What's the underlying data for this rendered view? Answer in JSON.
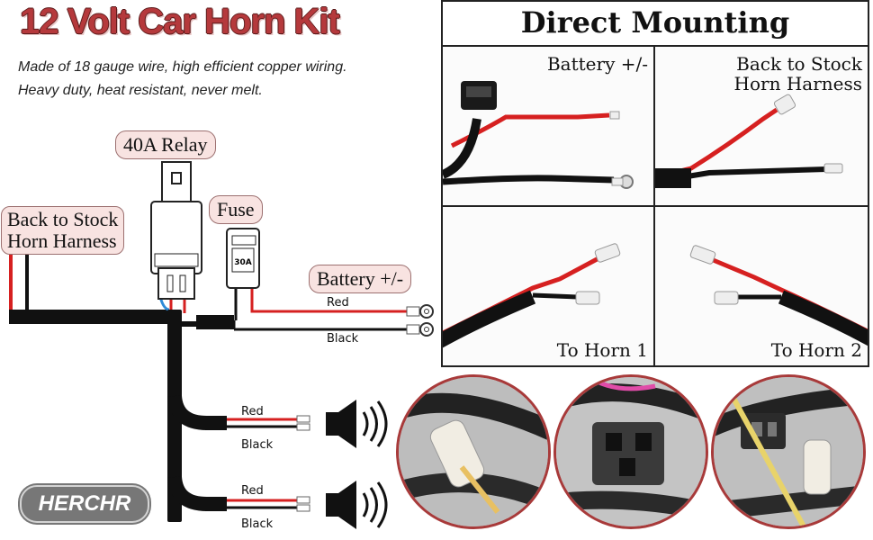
{
  "title": "12 Volt Car Horn Kit",
  "description": {
    "line1": "Made of 18 gauge wire, high efficient copper wiring.",
    "line2": "Heavy duty, heat resistant, never melt."
  },
  "callouts": {
    "relay": "40A Relay",
    "fuse": "Fuse",
    "fuse_rating": "30A",
    "back_to_stock_line1": "Back to Stock",
    "back_to_stock_line2": "Horn Harness",
    "battery": "Battery +/-"
  },
  "wires": {
    "battery_red": "Red",
    "battery_black": "Black",
    "horn1_red": "Red",
    "horn1_black": "Black",
    "horn2_red": "Red",
    "horn2_black": "Black"
  },
  "brand": "HERCHR",
  "direct_mounting": {
    "title": "Direct Mounting",
    "cells": {
      "battery": "Battery +/-",
      "stock_line1": "Back to Stock",
      "stock_line2": "Horn Harness",
      "horn1": "To Horn 1",
      "horn2": "To Horn 2"
    }
  },
  "colors": {
    "title_red": "#b5393c",
    "wire_red": "#d62020",
    "wire_black": "#111111",
    "callout_bg": "#f8e3e1",
    "photo_ring": "#a83a3a"
  },
  "icons": [
    "speaker-icon",
    "relay-icon",
    "fuse-icon",
    "ring-terminal-icon",
    "spade-terminal-icon"
  ]
}
